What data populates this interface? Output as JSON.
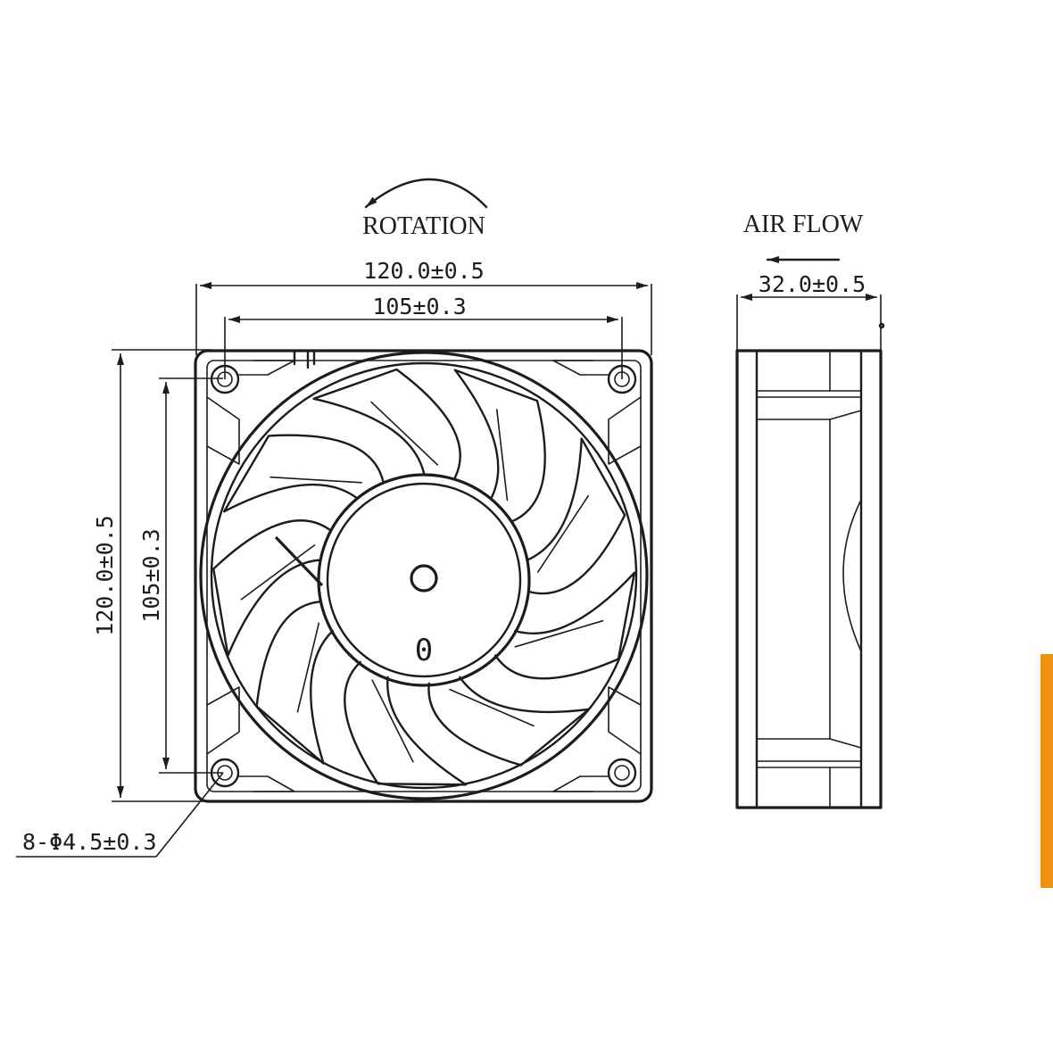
{
  "labels": {
    "rotation": "ROTATION",
    "air_flow": "AIR FLOW"
  },
  "dimensions": {
    "outer_width": "120.0±0.5",
    "hole_spacing_width": "105±0.3",
    "outer_height": "120.0±0.5",
    "hole_spacing_height": "105±0.3",
    "depth": "32.0±0.5",
    "holes": "8-Φ4.5±0.3"
  },
  "hub_marking": "0",
  "colors": {
    "line": "#1c1c1c",
    "accent_bar": "#f0920f"
  }
}
